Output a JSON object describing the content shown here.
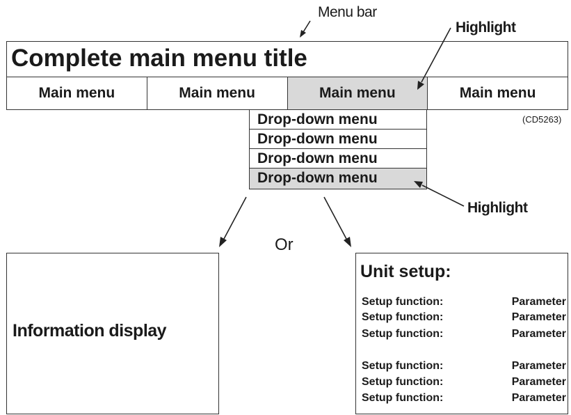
{
  "callouts": {
    "menu_bar": "Menu bar",
    "highlight_top": "Highlight",
    "highlight_bottom": "Highlight",
    "or": "Or"
  },
  "title": "Complete main menu title",
  "menu_items": [
    "Main menu",
    "Main menu",
    "Main menu",
    "Main menu"
  ],
  "highlighted_menu_index": 2,
  "code": "(CD5263)",
  "dropdown_items": [
    "Drop-down menu",
    "Drop-down menu",
    "Drop-down menu",
    "Drop-down menu"
  ],
  "highlighted_dropdown_index": 3,
  "info_display": "Information display",
  "unit_setup": {
    "title": "Unit setup:",
    "rows": [
      {
        "function": "Setup function:",
        "parameter": "Parameter"
      },
      {
        "function": "Setup function:",
        "parameter": "Parameter"
      },
      {
        "function": "Setup function:",
        "parameter": "Parameter"
      },
      {
        "function": "Setup function:",
        "parameter": "Parameter"
      },
      {
        "function": "Setup function:",
        "parameter": "Parameter"
      },
      {
        "function": "Setup function:",
        "parameter": "Parameter"
      }
    ]
  },
  "colors": {
    "highlight": "#d9d9d9",
    "border": "#333333",
    "text": "#1a1a1a"
  }
}
